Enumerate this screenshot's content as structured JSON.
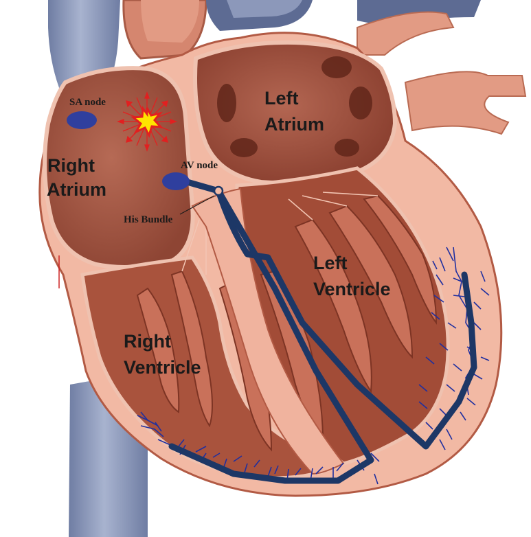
{
  "labels": {
    "sa_node": "SA node",
    "av_node": "AV node",
    "his_bundle": "His Bundle",
    "right_atrium": [
      "Right",
      "Atrium"
    ],
    "left_atrium": [
      "Left",
      "Atrium"
    ],
    "left_ventricle": [
      "Left",
      "Ventricle"
    ],
    "right_ventricle": [
      "Right",
      "Ventricle"
    ]
  },
  "colors": {
    "background": "#ffffff",
    "vessel_blue": "#8a97b8",
    "vessel_blue_dark": "#5f6e96",
    "artery_pink": "#e7a58e",
    "heart_wall": "#f2b9a4",
    "heart_outline": "#b25a44",
    "chamber": "#a9533d",
    "chamber_dark": "#7d3424",
    "muscle": "#c9715a",
    "node_blue": "#2f3f9e",
    "conduction": "#1d3766",
    "purkinje": "#1f2fa0",
    "spark_red": "#e12020",
    "spark_yellow": "#ffe400"
  },
  "icons": {
    "impulse": "spark-burst-icon"
  }
}
